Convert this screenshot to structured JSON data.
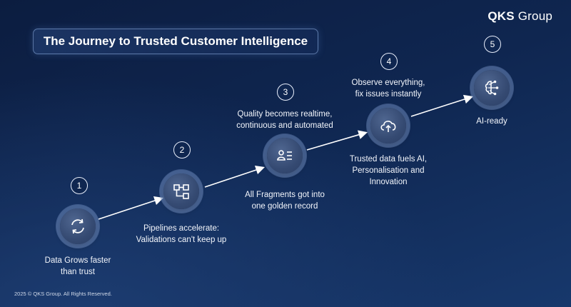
{
  "brand": {
    "name_bold": "QKS",
    "name_rest": "Group"
  },
  "title": "The Journey to Trusted Customer Intelligence",
  "steps": [
    {
      "number": "1",
      "icon": "cycle-arrows-icon",
      "label_line1": "Data Grows faster",
      "label_line2": "than trust"
    },
    {
      "number": "2",
      "icon": "pipeline-flow-icon",
      "label_line1": "Pipelines accelerate:",
      "label_line2": "Validations can't keep up"
    },
    {
      "number": "3",
      "icon": "profile-record-icon",
      "label_above_line1": "Quality becomes realtime,",
      "label_above_line2": "continuous and automated",
      "label_below_line1": "All Fragments got into",
      "label_below_line2": "one golden record"
    },
    {
      "number": "4",
      "icon": "cloud-upload-icon",
      "label_above_line1": "Observe everything,",
      "label_above_line2": "fix issues instantly",
      "label_below_line1": "Trusted data fuels AI,",
      "label_below_line2": "Personalisation and",
      "label_below_line3": "Innovation"
    },
    {
      "number": "5",
      "icon": "ai-brain-icon",
      "label_line1": "AI-ready"
    }
  ],
  "footer": "2025 © QKS Group. All Rights Reserved."
}
